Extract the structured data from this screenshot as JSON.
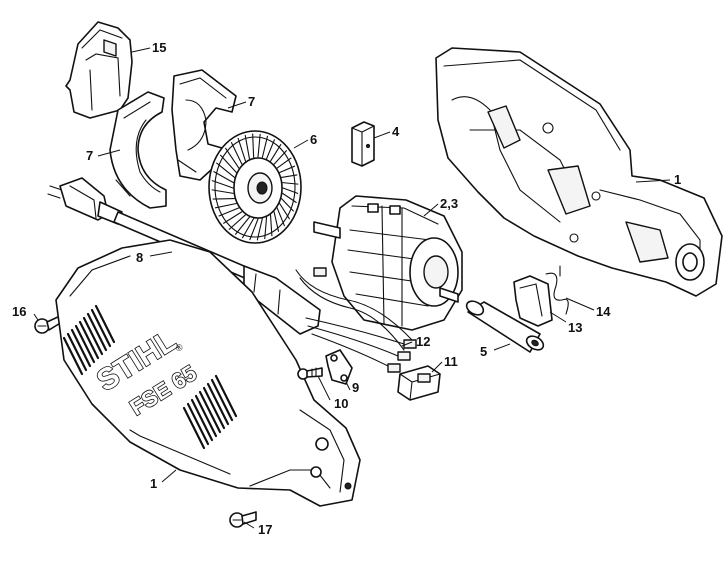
{
  "brand": {
    "logo": "STIHL",
    "model": "FSE 65",
    "registered_mark": "®"
  },
  "callouts": [
    {
      "id": "c15",
      "label": "15"
    },
    {
      "id": "c7a",
      "label": "7"
    },
    {
      "id": "c7b",
      "label": "7"
    },
    {
      "id": "c6",
      "label": "6"
    },
    {
      "id": "c4",
      "label": "4"
    },
    {
      "id": "c1a",
      "label": "1"
    },
    {
      "id": "c23",
      "label": "2,3"
    },
    {
      "id": "c8",
      "label": "8"
    },
    {
      "id": "c16",
      "label": "16"
    },
    {
      "id": "c12",
      "label": "12"
    },
    {
      "id": "c11",
      "label": "11"
    },
    {
      "id": "c5",
      "label": "5"
    },
    {
      "id": "c13",
      "label": "13"
    },
    {
      "id": "c14",
      "label": "14"
    },
    {
      "id": "c9",
      "label": "9"
    },
    {
      "id": "c10",
      "label": "10"
    },
    {
      "id": "c1b",
      "label": "1"
    },
    {
      "id": "c17",
      "label": "17"
    }
  ]
}
